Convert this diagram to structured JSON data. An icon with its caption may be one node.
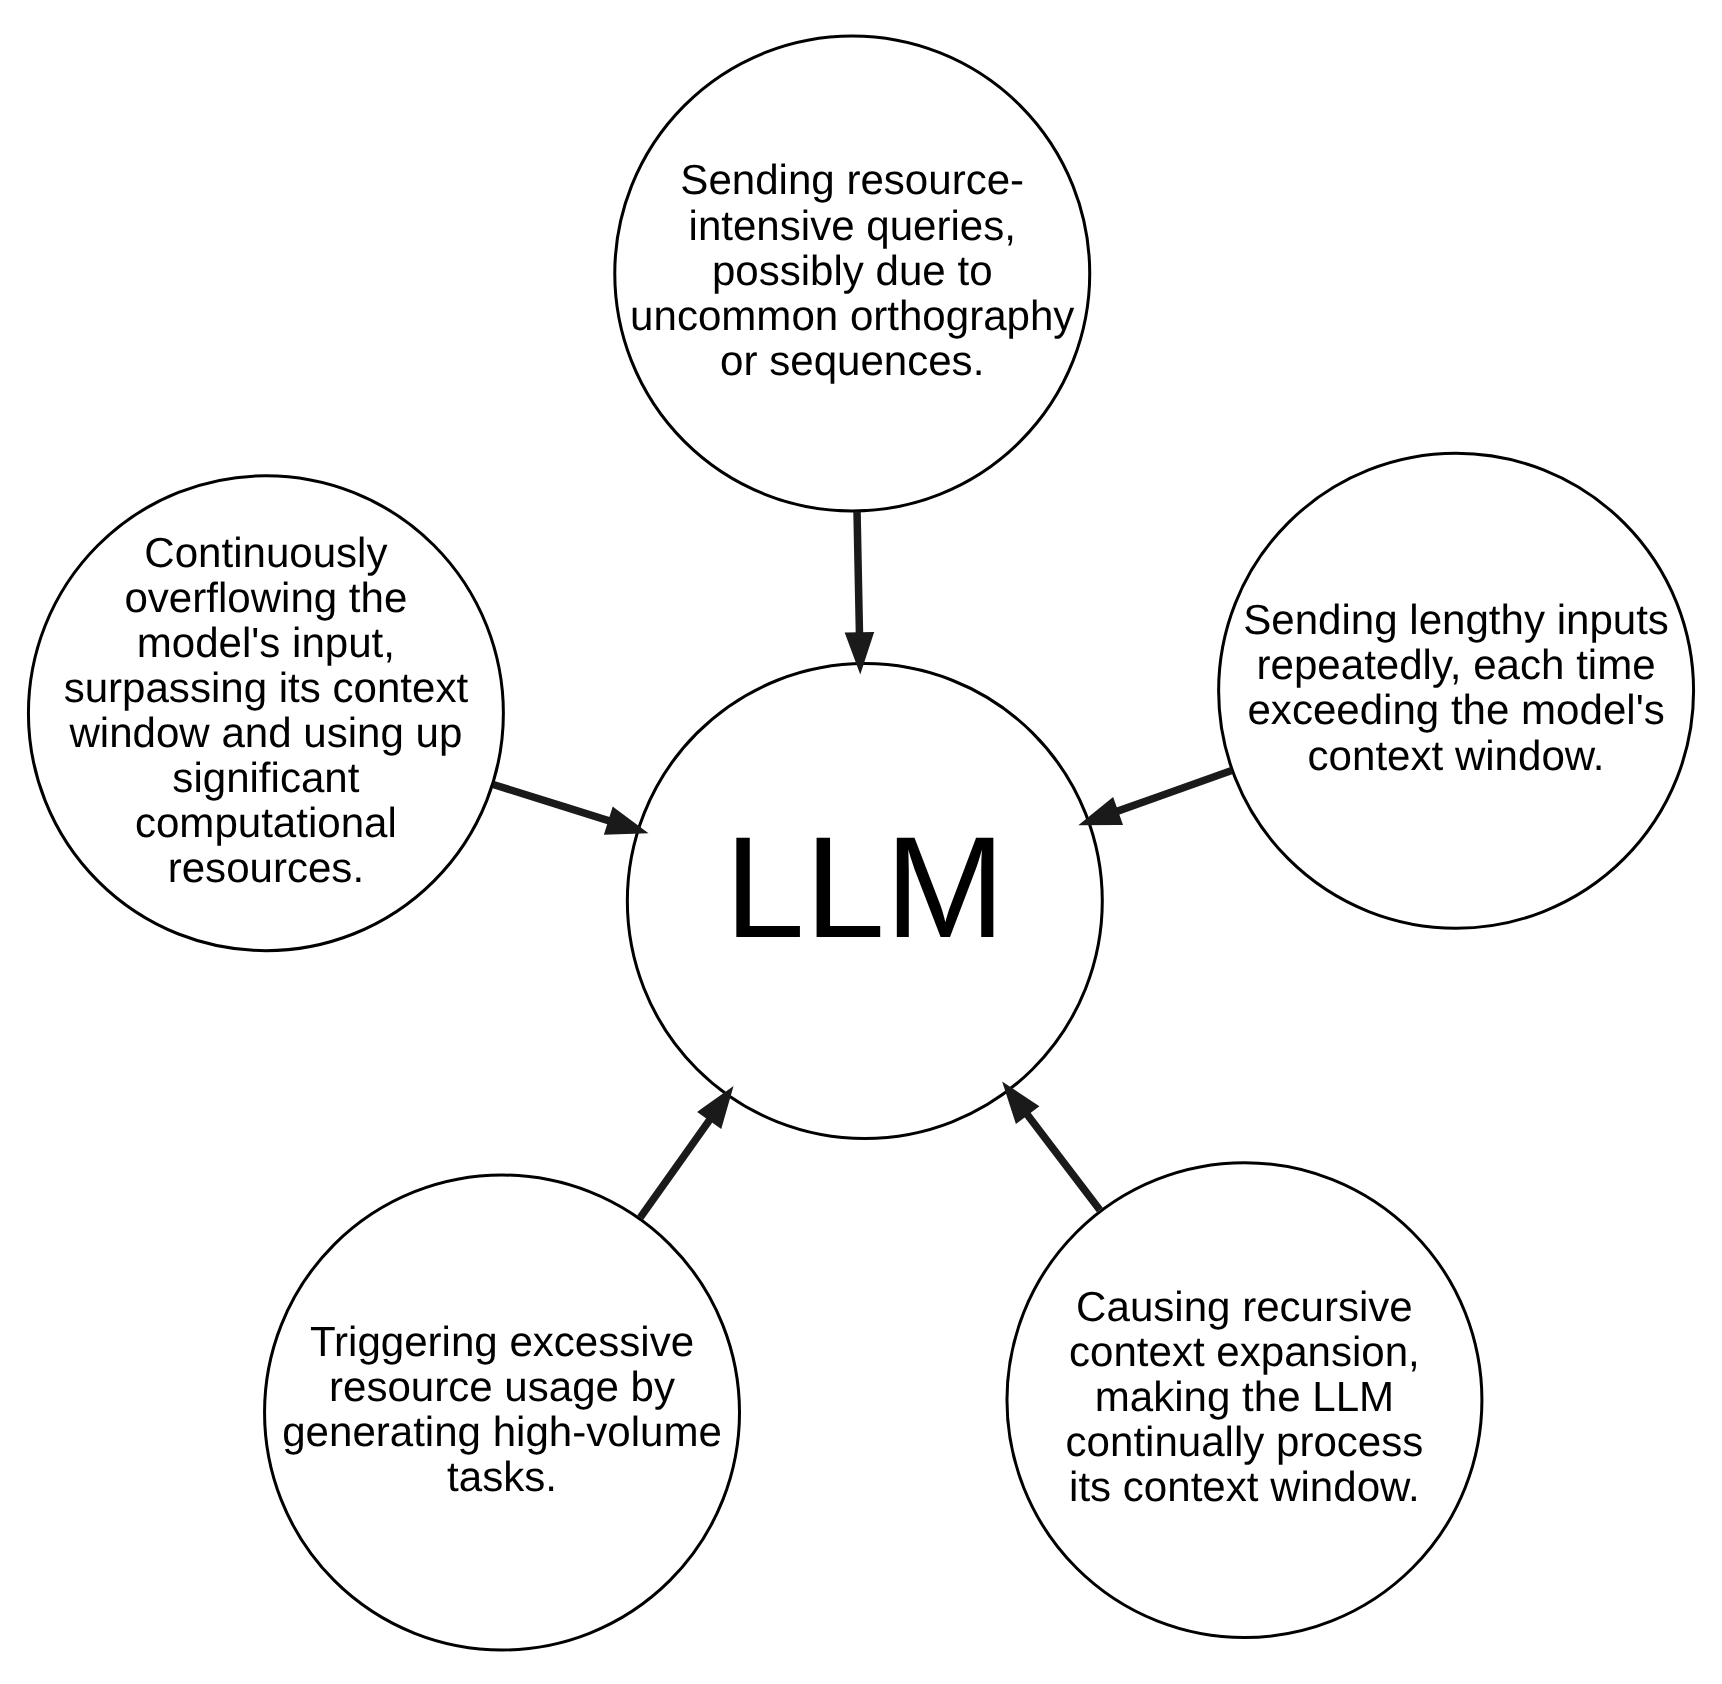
{
  "diagram": {
    "nodes": [
      {
        "text": [
          "Triggering excessive resource usage by generating high-volume tasks."
        ]
      },
      {
        "text": [
          "Causing recursive context expansion, making the LLM continually process its context window."
        ]
      },
      {
        "text": [
          "LLM"
        ]
      },
      {
        "text": [
          "Sending resource-intensive queries, possibly due to uncommon orthography or sequences."
        ]
      },
      {
        "text": [
          "Sending lengthy inputs repeatedly, each time exceeding the model's context window."
        ]
      },
      {
        "text": [
          "Continuously overflowing the model's input, surpassing its context window and using up significant computational resources."
        ]
      }
    ],
    "edges": [
      {
        "from": 0,
        "to": 2,
        "arrow": "to"
      },
      {
        "from": 1,
        "to": 2,
        "arrow": "to"
      },
      {
        "from": 3,
        "to": 2,
        "arrow": "to"
      },
      {
        "from": 4,
        "to": 2,
        "arrow": "to"
      },
      {
        "from": 5,
        "to": 2,
        "arrow": "to"
      }
    ]
  }
}
